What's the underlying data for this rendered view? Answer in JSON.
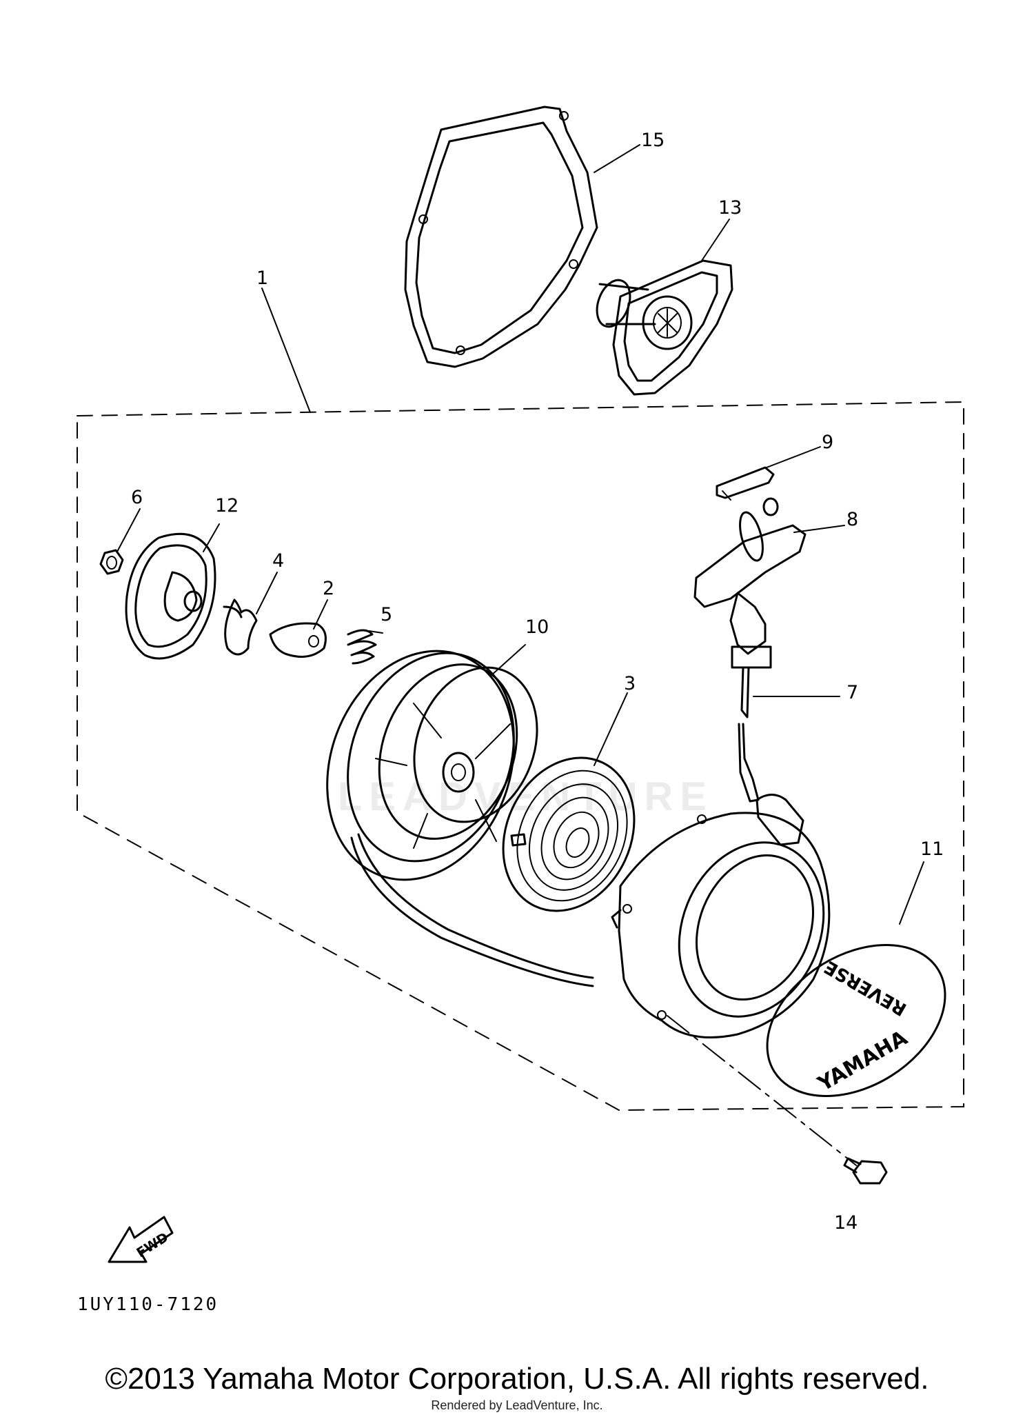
{
  "diagram": {
    "callouts": [
      {
        "id": "15",
        "label": "15"
      },
      {
        "id": "13",
        "label": "13"
      },
      {
        "id": "1",
        "label": "1"
      },
      {
        "id": "9",
        "label": "9"
      },
      {
        "id": "8",
        "label": "8"
      },
      {
        "id": "6",
        "label": "6"
      },
      {
        "id": "12",
        "label": "12"
      },
      {
        "id": "4",
        "label": "4"
      },
      {
        "id": "2",
        "label": "2"
      },
      {
        "id": "5",
        "label": "5"
      },
      {
        "id": "10",
        "label": "10"
      },
      {
        "id": "3",
        "label": "3"
      },
      {
        "id": "7",
        "label": "7"
      },
      {
        "id": "11",
        "label": "11"
      },
      {
        "id": "14",
        "label": "14"
      }
    ],
    "fwd_label": "FWD",
    "cover_text_brand": "YAMAHA",
    "cover_text_reverse": "REVERSE",
    "diagram_code": "1UY110-7120",
    "watermark": "LEADVENTURE"
  },
  "footer": {
    "copyright": "©2013 Yamaha Motor Corporation, U.S.A. All rights reserved.",
    "rendered_by": "Rendered by LeadVenture, Inc."
  }
}
